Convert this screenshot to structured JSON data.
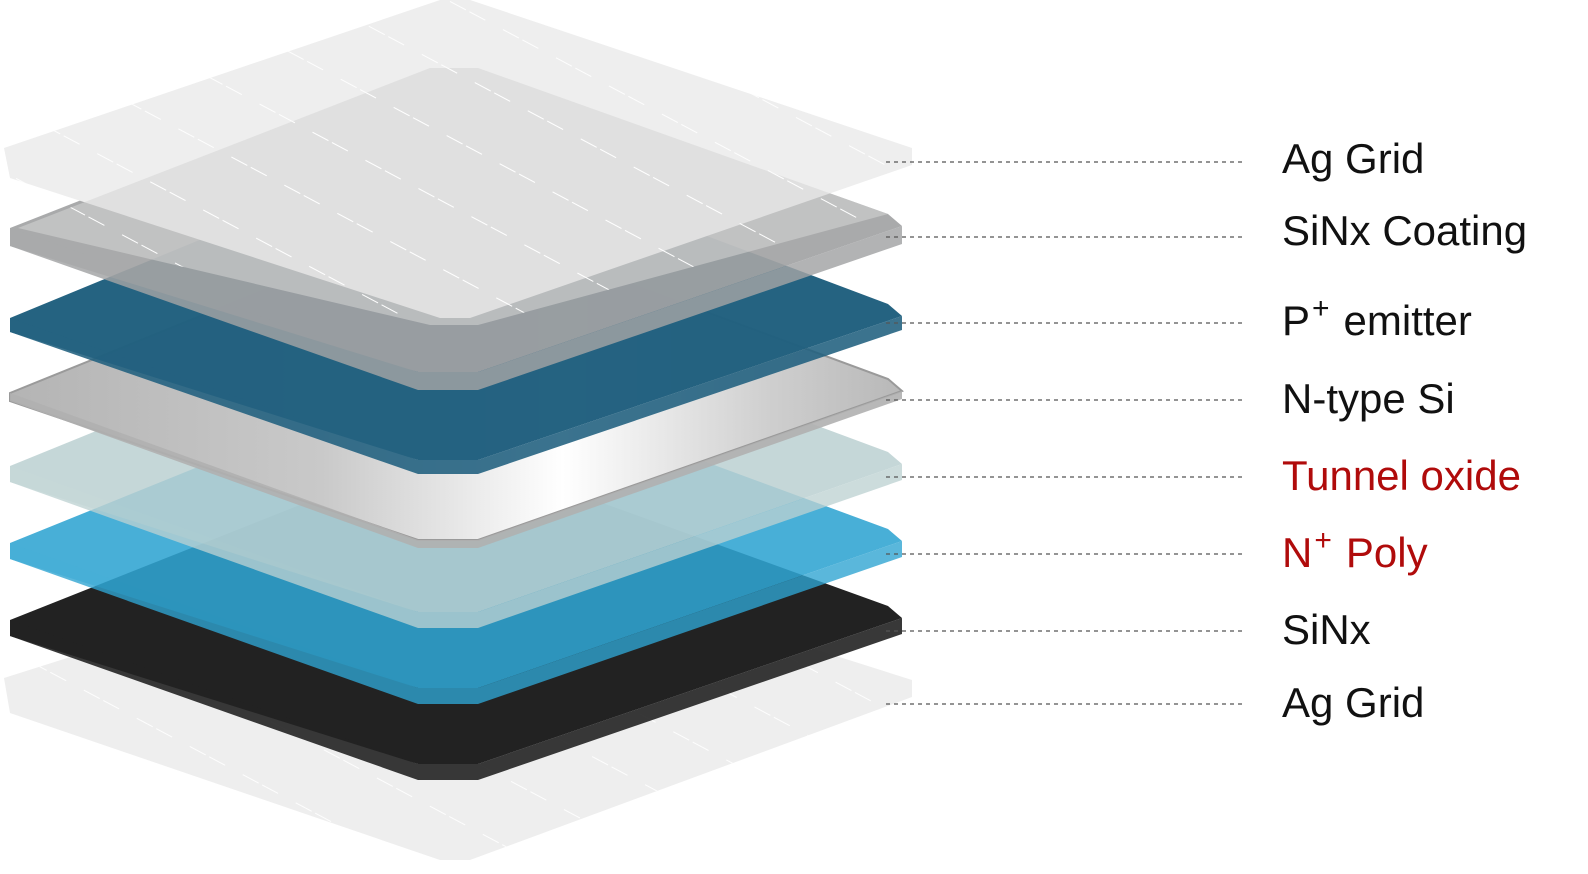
{
  "layers": [
    {
      "id": "ag-grid-top",
      "label": "Ag Grid",
      "sup": "",
      "color": "#111111",
      "fill": "#eeeeee",
      "kind": "grid"
    },
    {
      "id": "sinx-coating",
      "label": "SiNx Coating",
      "sup": "",
      "color": "#111111",
      "fill": "#a2a3a4",
      "kind": "solid"
    },
    {
      "id": "p-emitter",
      "label": "emitter",
      "prefix": "P",
      "sup": "+",
      "color": "#111111",
      "fill": "#21607f",
      "kind": "solid"
    },
    {
      "id": "n-type-si",
      "label": "N-type Si",
      "sup": "",
      "color": "#111111",
      "fill": "#bdbdbd",
      "kind": "metal"
    },
    {
      "id": "tunnel-oxide",
      "label": "Tunnel oxide",
      "sup": "",
      "color": "#b00b0b",
      "fill": "#bcd1d2",
      "kind": "solid"
    },
    {
      "id": "n-poly",
      "label": "Poly",
      "prefix": "N",
      "sup": "+",
      "color": "#b00b0b",
      "fill": "#2fa4d2",
      "kind": "solid"
    },
    {
      "id": "sinx",
      "label": "SiNx",
      "sup": "",
      "color": "#111111",
      "fill": "#222222",
      "kind": "solid"
    },
    {
      "id": "ag-grid-bottom",
      "label": "Ag Grid",
      "sup": "",
      "color": "#111111",
      "fill": "#eeeeee",
      "kind": "grid"
    }
  ]
}
